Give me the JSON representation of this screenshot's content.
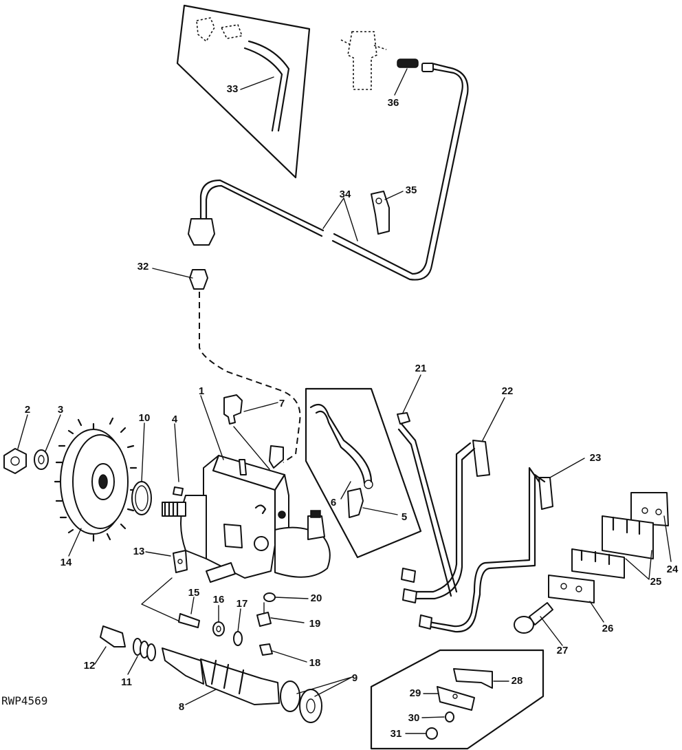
{
  "figure_id": "RWP4569",
  "callouts": [
    "1",
    "2",
    "3",
    "4",
    "5",
    "6",
    "7",
    "8",
    "9",
    "10",
    "11",
    "12",
    "13",
    "14",
    "15",
    "16",
    "17",
    "18",
    "19",
    "20",
    "21",
    "22",
    "23",
    "24",
    "25",
    "26",
    "27",
    "28",
    "29",
    "30",
    "31",
    "32",
    "33",
    "34",
    "35",
    "36"
  ]
}
